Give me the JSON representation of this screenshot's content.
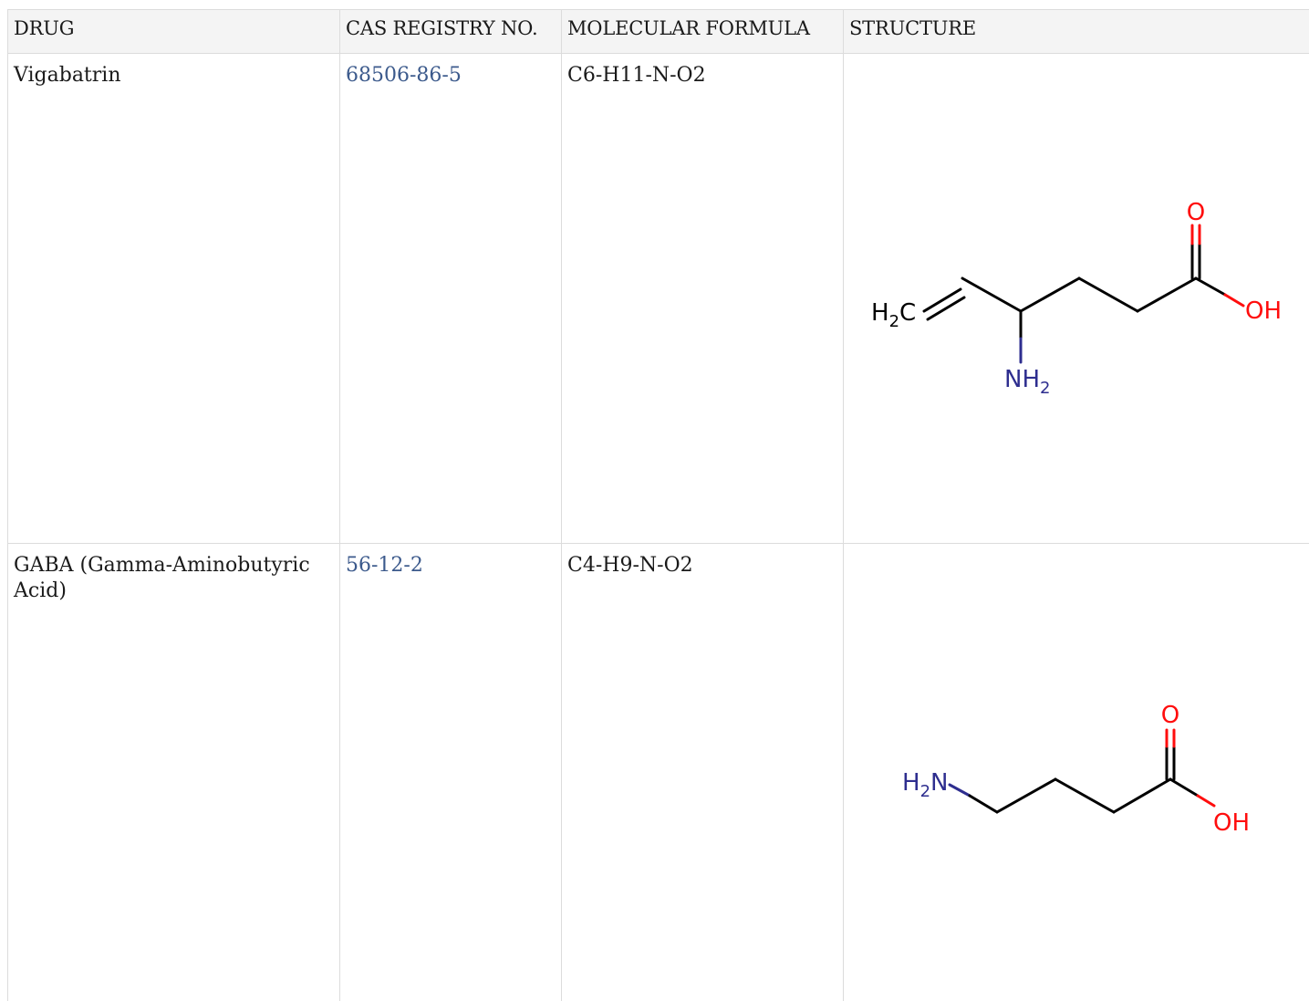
{
  "table": {
    "headers": [
      "DRUG",
      "CAS REGISTRY NO.",
      "MOLECULAR FORMULA",
      "STRUCTURE"
    ],
    "rows": [
      {
        "drug": "Vigabatrin",
        "cas": "68506-86-5",
        "formula": "C6-H11-N-O2",
        "structure": {
          "atoms": {
            "o": "O",
            "oh": "OH",
            "h2c_h": "H",
            "h2c_sub": "2",
            "h2c_c": "C",
            "nh2_nh": "NH",
            "nh2_sub": "2"
          }
        }
      },
      {
        "drug": "GABA (Gamma-Aminobutyric Acid)",
        "cas": "56-12-2",
        "formula": "C4-H9-N-O2",
        "structure": {
          "atoms": {
            "o": "O",
            "oh": "OH",
            "h2n_h": "H",
            "h2n_sub": "2",
            "h2n_n": "N"
          }
        }
      }
    ]
  },
  "colors": {
    "link": "#3c5a8c",
    "oxygen": "#ff0d0d",
    "nitrogen": "#2e2e8f",
    "bond": "#000000",
    "header_bg": "#f4f4f4",
    "border": "#dcdcdc"
  }
}
